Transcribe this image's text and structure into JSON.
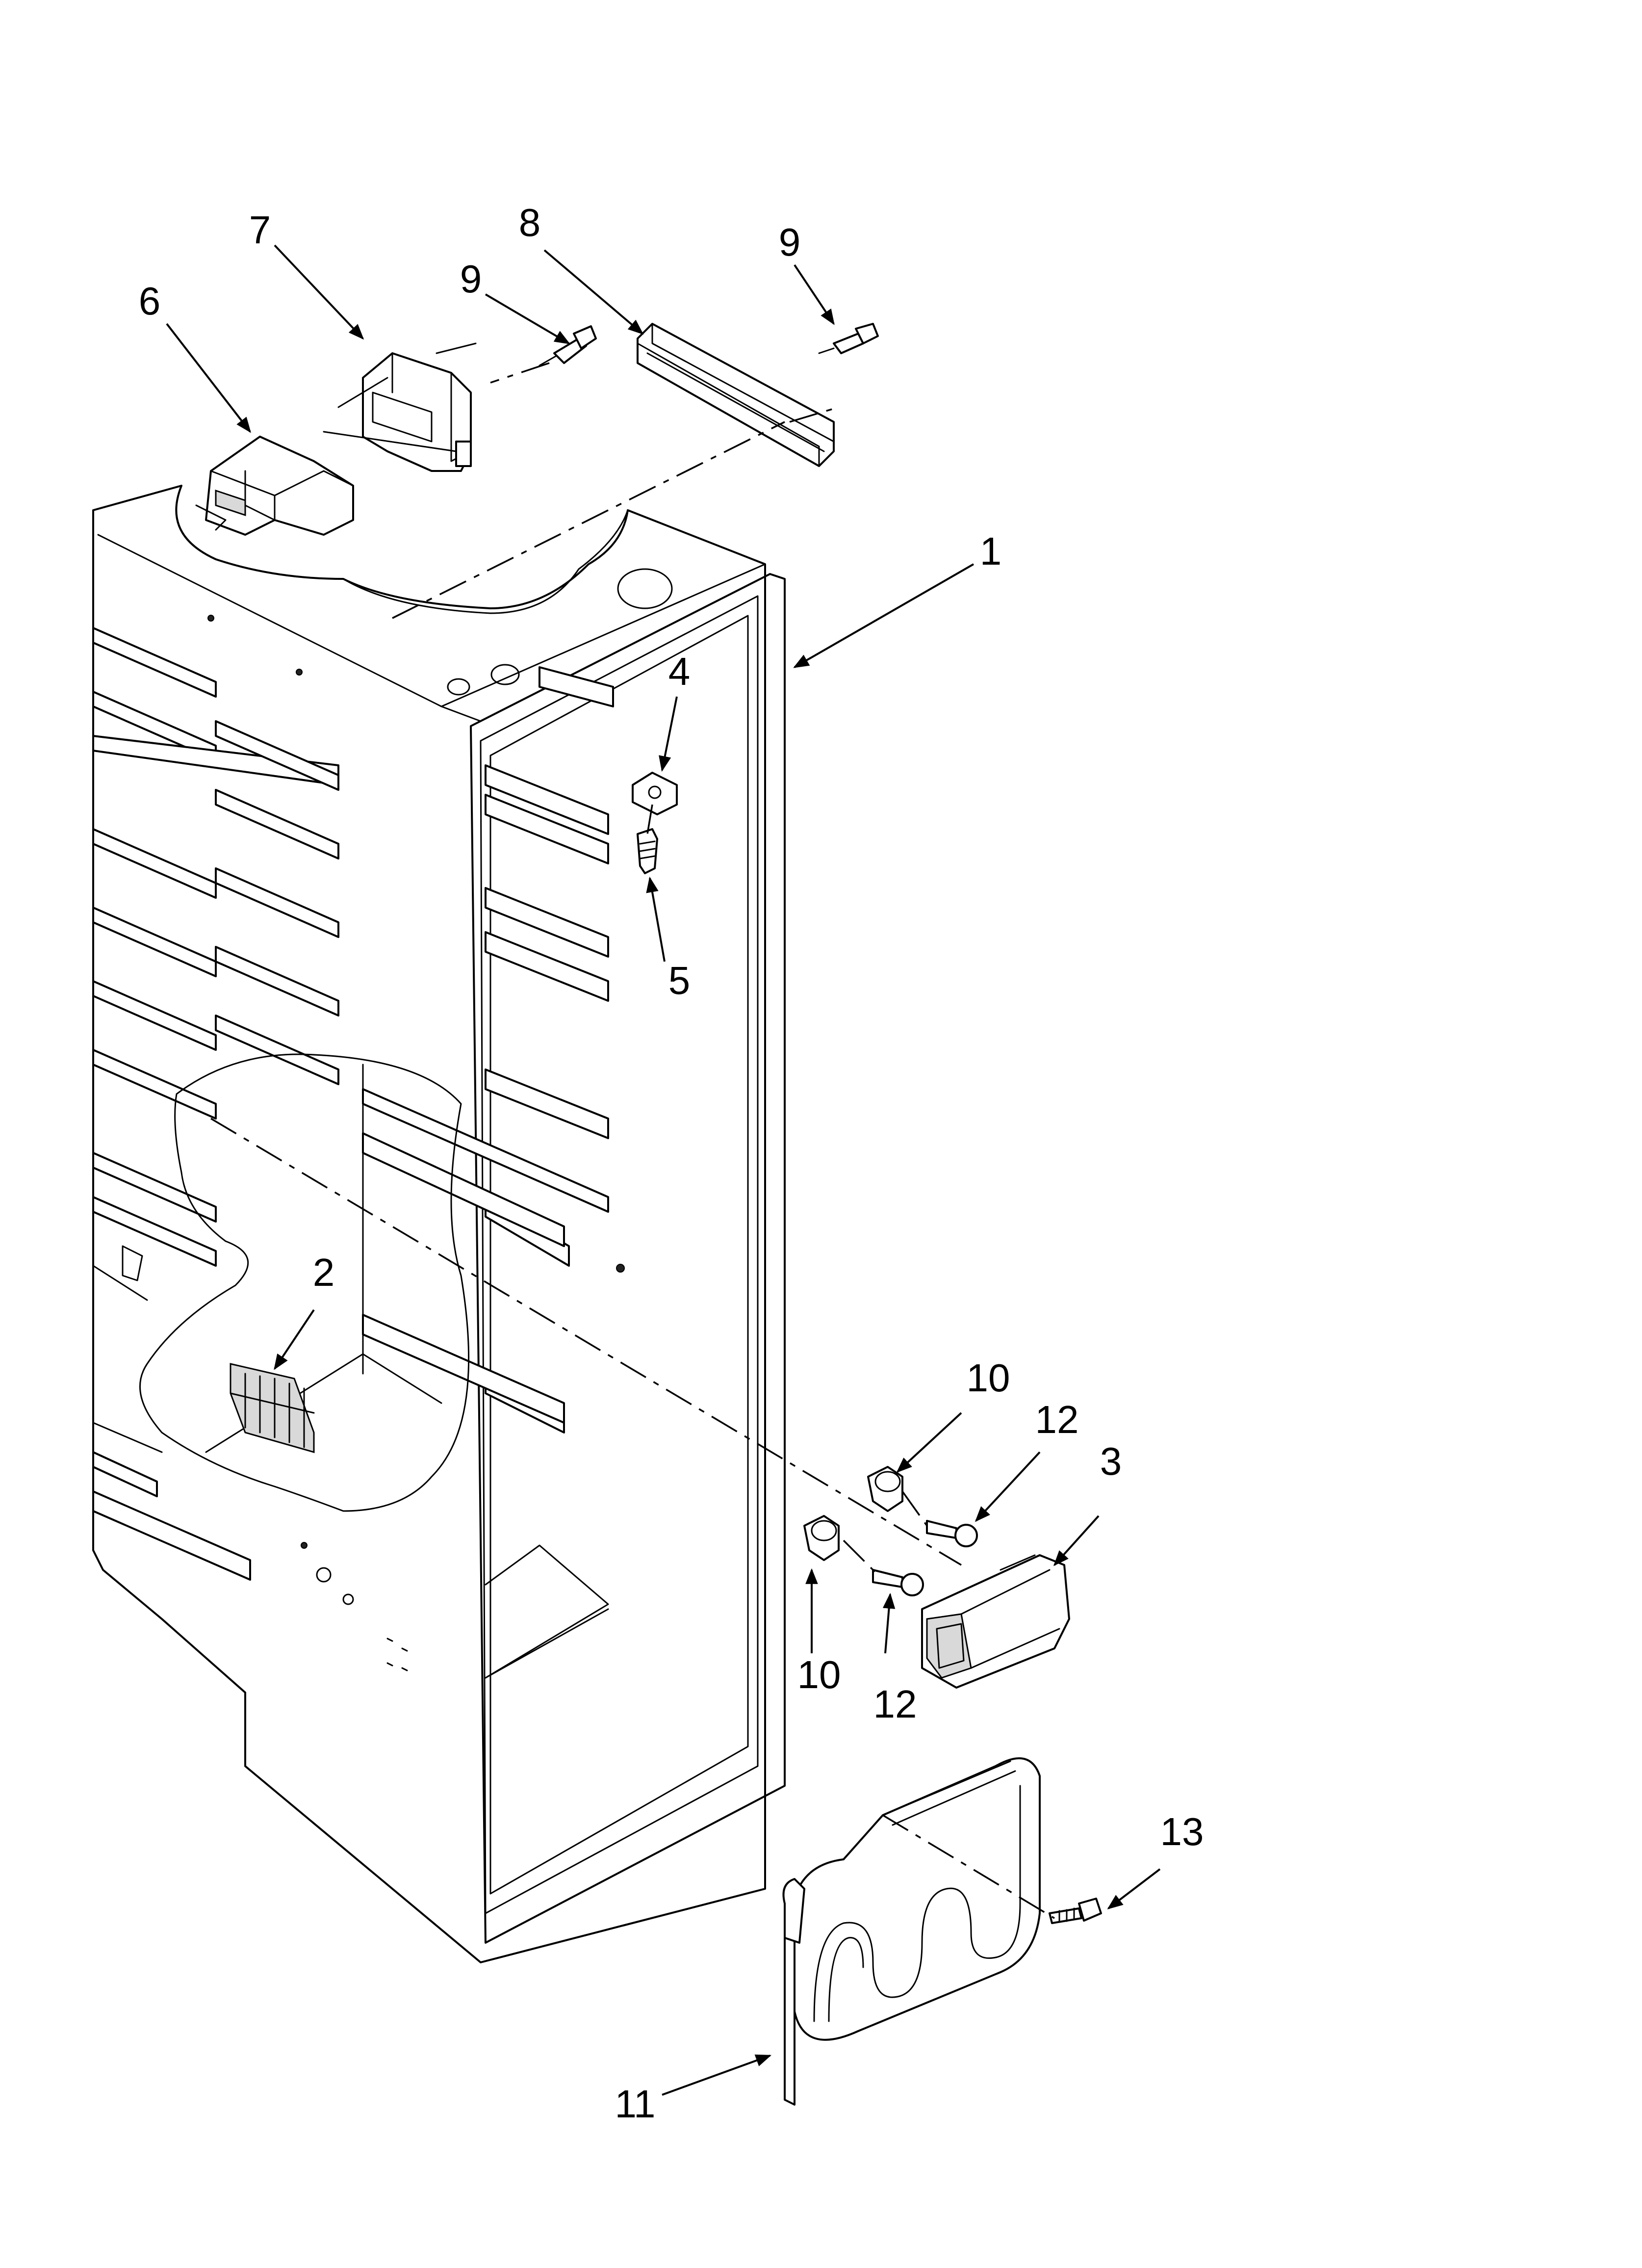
{
  "diagram": {
    "type": "exploded parts diagram",
    "callouts": [
      {
        "id": "c1",
        "label": "1"
      },
      {
        "id": "c2",
        "label": "2"
      },
      {
        "id": "c3",
        "label": "3"
      },
      {
        "id": "c4",
        "label": "4"
      },
      {
        "id": "c5",
        "label": "5"
      },
      {
        "id": "c6",
        "label": "6"
      },
      {
        "id": "c7",
        "label": "7"
      },
      {
        "id": "c8",
        "label": "8"
      },
      {
        "id": "c9a",
        "label": "9"
      },
      {
        "id": "c9b",
        "label": "9"
      },
      {
        "id": "c10a",
        "label": "10"
      },
      {
        "id": "c10b",
        "label": "10"
      },
      {
        "id": "c11",
        "label": "11"
      },
      {
        "id": "c12a",
        "label": "12"
      },
      {
        "id": "c12b",
        "label": "12"
      },
      {
        "id": "c13",
        "label": "13"
      }
    ]
  }
}
